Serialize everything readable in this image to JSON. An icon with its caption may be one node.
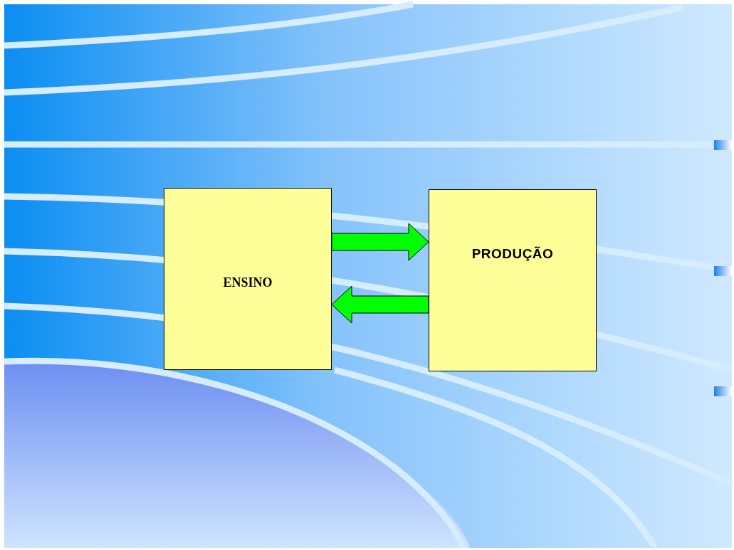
{
  "diagram": {
    "nodes": [
      {
        "text": [
          "ENSINO"
        ]
      },
      {
        "text": [
          "PRODUÇÃO"
        ]
      }
    ],
    "edges": [
      {
        "from": 0,
        "to": 1,
        "arrow": "to"
      },
      {
        "from": 1,
        "to": 0,
        "arrow": "to"
      }
    ]
  }
}
